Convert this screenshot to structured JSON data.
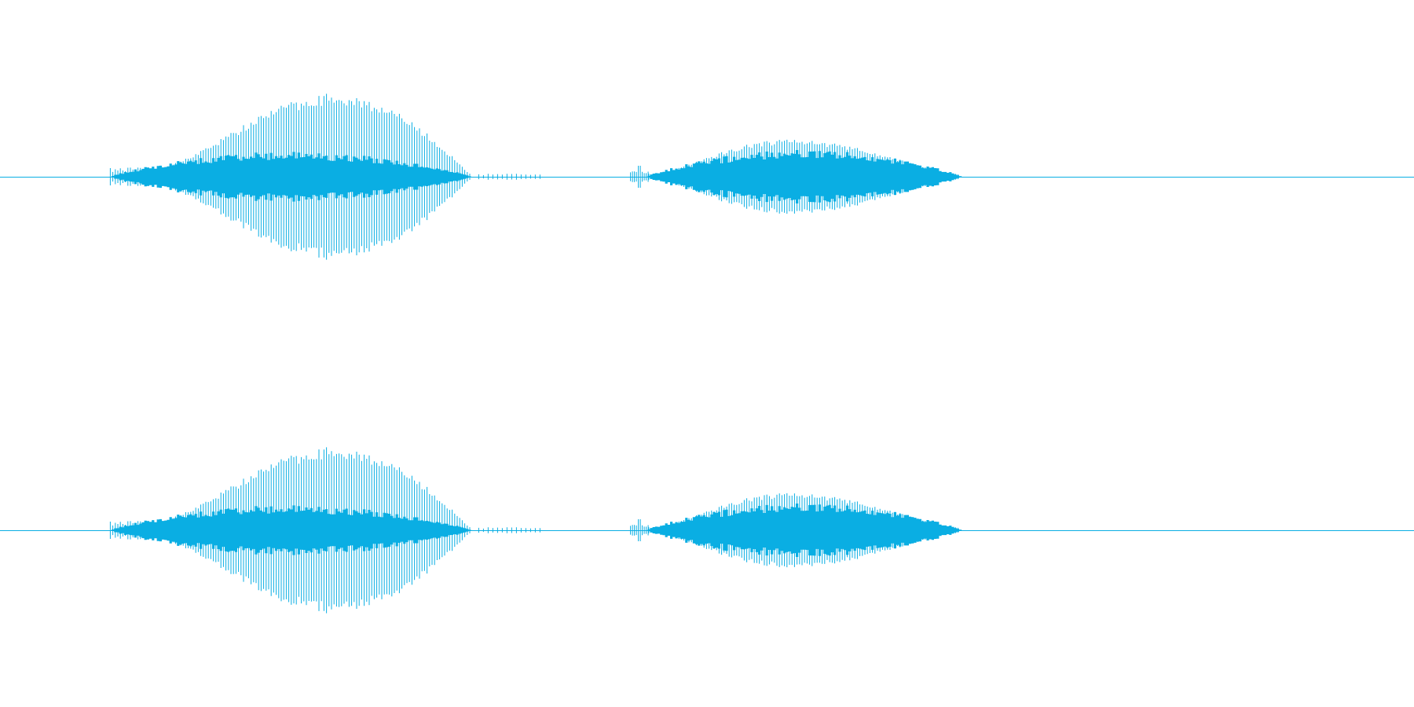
{
  "waveform": {
    "color": "#0aaee3",
    "background": "#ffffff"
  },
  "chart_data": {
    "type": "line",
    "channel_count": 2,
    "ylim": [
      -1,
      1
    ],
    "grid": false,
    "legend": "none",
    "series": [
      {
        "segments": [
          {
            "start": 0.078,
            "end": 0.333,
            "peak": 0.52,
            "core": 0.13,
            "onset_peak": 0.66,
            "taper_end": 0.275
          },
          {
            "start": 0.457,
            "end": 0.68,
            "peak": 0.245,
            "core": 0.14,
            "onset_peak": 0.4,
            "taper_end": 0.672
          }
        ],
        "duration": 1.0,
        "baseline": 0
      },
      {
        "segments": [
          {
            "start": 0.078,
            "end": 0.333,
            "peak": 0.52,
            "core": 0.13,
            "onset_peak": 0.66,
            "taper_end": 0.275
          },
          {
            "start": 0.457,
            "end": 0.68,
            "peak": 0.245,
            "core": 0.14,
            "onset_peak": 0.4,
            "taper_end": 0.672
          }
        ],
        "duration": 1.0,
        "baseline": 0
      }
    ]
  }
}
